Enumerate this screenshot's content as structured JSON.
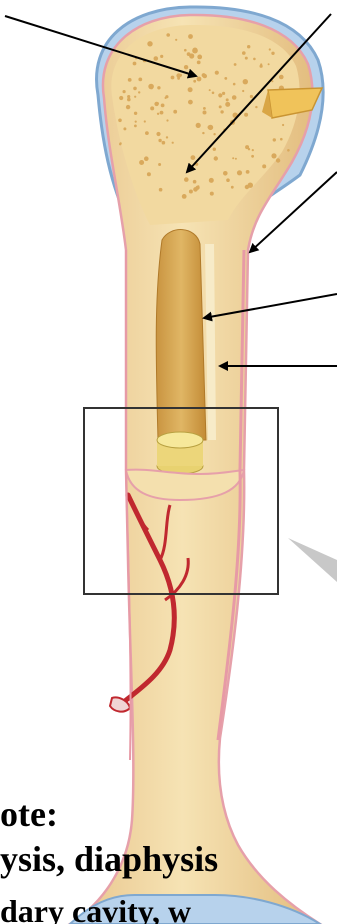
{
  "figure": {
    "caption_lines": [
      "ote:",
      "ysis, diaphysis",
      "dary cavity, w"
    ]
  },
  "colors": {
    "bone": "#f3dca6",
    "spongy_dots": "#d9a95c",
    "cartilage": "#a8c8e8",
    "periosteum": "#e89aa8",
    "marrow": "#d9aa55",
    "vessel": "#c0282f",
    "box": "#333333",
    "arrow": "#000000"
  }
}
